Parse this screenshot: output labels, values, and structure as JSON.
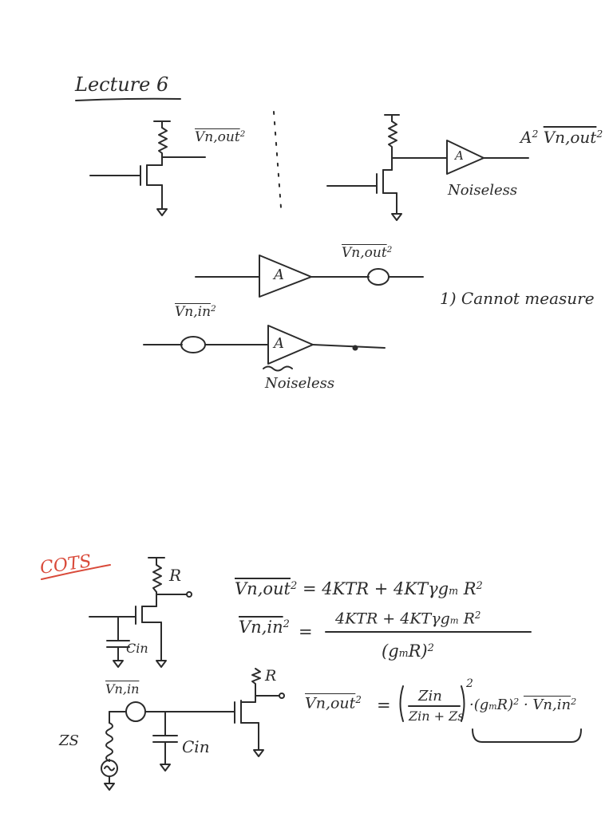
{
  "page": {
    "title": "Lecture 6",
    "section_label": "COTS"
  },
  "top_left": {
    "out_label": "Vn,out",
    "out_sup": "2"
  },
  "top_right": {
    "amp_label": "A",
    "noiseless_label": "Noiseless",
    "out_gain": "A",
    "out_gain_sup": "2",
    "out_label": "Vn,out",
    "out_sup": "2"
  },
  "middle": {
    "amp_label": "A",
    "out_label": "Vn,out",
    "out_sup": "2",
    "note": "1) Cannot measure",
    "in_label": "Vn,in",
    "in_sup": "2",
    "amp2_label": "A",
    "noiseless_label": "Noiseless"
  },
  "cots": {
    "r_label": "R",
    "cin_label": "Cin",
    "src_label": "Vn,in",
    "zs_label": "ZS",
    "r2_label": "R",
    "cin2_label": "Cin",
    "eq1_lhs": "Vn,out",
    "eq1_rhs": "= 4KTR + 4KTγg",
    "eq1_rhs_tail": "R",
    "eq2_lhs": "Vn,in",
    "eq2_num": "4KTR + 4KTγg",
    "eq2_num_tail": "R",
    "eq2_den": "(g",
    "eq2_den_tail": "R)",
    "eq3_lhs": "Vn,out",
    "eq3_frac_num": "Zin",
    "eq3_frac_den": "Zin + Zs",
    "eq3_tail": "·(g",
    "eq3_tail2": "R)",
    "eq3_tail3": "· Vn,in",
    "sq": "2",
    "m": "m",
    "eq": "="
  }
}
